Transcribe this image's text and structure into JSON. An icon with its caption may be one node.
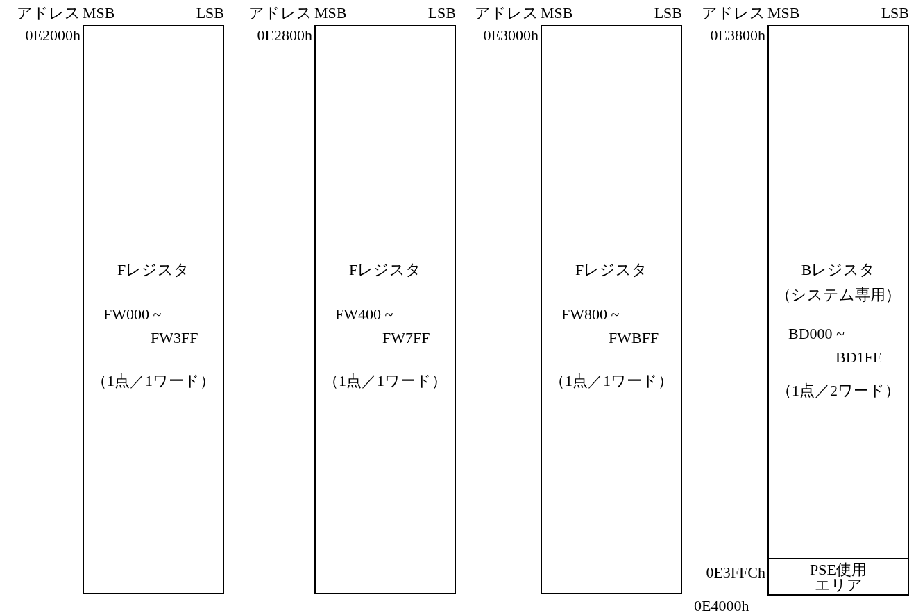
{
  "diagram": {
    "nodes": [
      {
        "text": [
          "Fレジスタ",
          "FW000 ~ FW3FF",
          "（1点／1ワード）"
        ]
      },
      {
        "text": [
          "Fレジスタ",
          "FW400 ~ FW7FF",
          "（1点／1ワード）"
        ]
      },
      {
        "text": [
          "Fレジスタ",
          "FW800 ~ FWBFF",
          "（1点／1ワード）"
        ]
      },
      {
        "text": [
          "Bレジスタ",
          "（システム専用）",
          "BD000 ~ BD1FE",
          "（1点／2ワード）"
        ]
      },
      {
        "text": [
          "PSE使用エリア"
        ],
        "in": 3
      }
    ],
    "labels": [
      "アドレス",
      "MSB",
      "LSB",
      "0E2000h",
      "アドレス",
      "MSB",
      "LSB",
      "0E2800h",
      "アドレス",
      "MSB",
      "LSB",
      "0E3000h",
      "アドレス",
      "MSB",
      "LSB",
      "0E3800h",
      "0E3FFCh",
      "0E4000h"
    ]
  }
}
